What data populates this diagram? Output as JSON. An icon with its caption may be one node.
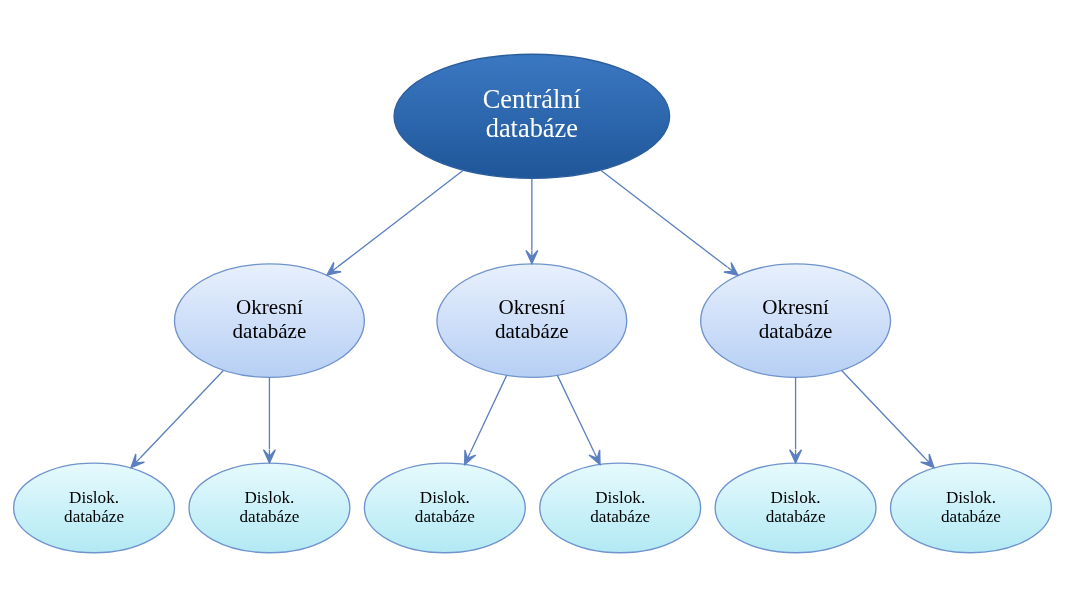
{
  "diagram": {
    "nodes": [
      {
        "text": [
          "Centrální databáze"
        ]
      },
      {
        "text": [
          "Okresní databáze"
        ]
      },
      {
        "text": [
          "Okresní databáze"
        ]
      },
      {
        "text": [
          "Okresní databáze"
        ]
      },
      {
        "text": [
          "Dislok. databáze"
        ]
      },
      {
        "text": [
          "Dislok. databáze"
        ]
      },
      {
        "text": [
          "Dislok. databáze"
        ]
      },
      {
        "text": [
          "Dislok. databáze"
        ]
      },
      {
        "text": [
          "Dislok. databáze"
        ]
      },
      {
        "text": [
          "Dislok. databáze"
        ]
      }
    ],
    "edges": [
      {
        "from": 0,
        "to": 1,
        "arrow": "to"
      },
      {
        "from": 0,
        "to": 2,
        "arrow": "to"
      },
      {
        "from": 0,
        "to": 3,
        "arrow": "to"
      },
      {
        "from": 1,
        "to": 4,
        "arrow": "to"
      },
      {
        "from": 1,
        "to": 5,
        "arrow": "to"
      },
      {
        "from": 2,
        "to": 6,
        "arrow": "to"
      },
      {
        "from": 2,
        "to": 7,
        "arrow": "to"
      },
      {
        "from": 3,
        "to": 8,
        "arrow": "to"
      },
      {
        "from": 3,
        "to": 9,
        "arrow": "to"
      }
    ]
  }
}
